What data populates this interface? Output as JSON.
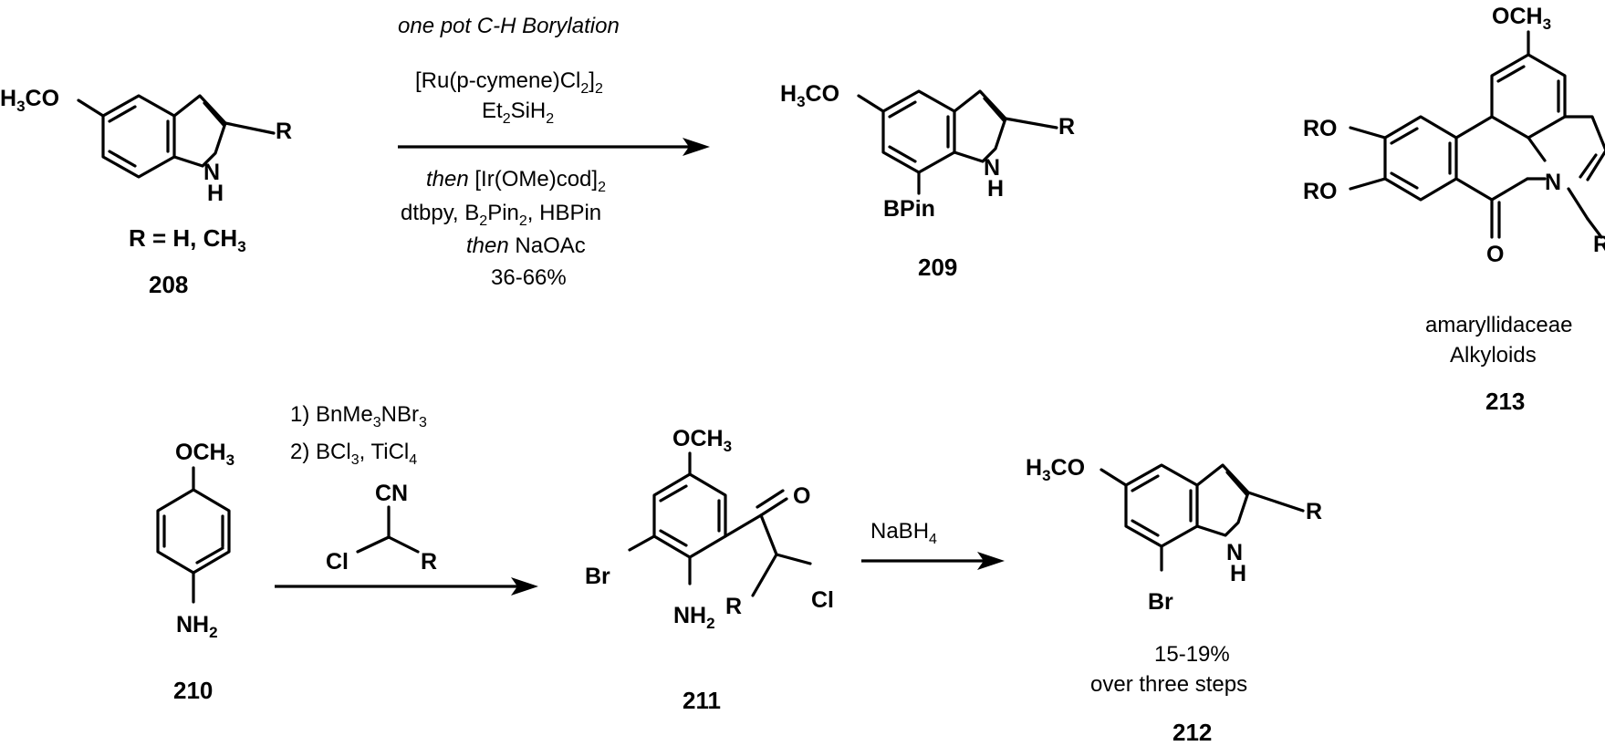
{
  "scheme": {
    "top_reaction": {
      "conditions": {
        "line1": "one pot C-H Borylation",
        "line2": [
          "[Ru(p-cymene)Cl",
          "2",
          "]",
          "2"
        ],
        "line3": [
          "Et",
          "2",
          "SiH",
          "2"
        ],
        "line4": [
          "then",
          " [Ir(OMe)cod]",
          "2"
        ],
        "line5": [
          "dtbpy, B",
          "2",
          "Pin",
          "2",
          ", HBPin"
        ],
        "line6": [
          "then",
          " NaOAc"
        ],
        "line7": "36-66%"
      }
    },
    "bottom_reaction_1": {
      "step1": [
        "1) BnMe",
        "3",
        "NBr",
        "3"
      ],
      "step2": [
        "2) BCl",
        "3",
        ", TiCl",
        "4"
      ],
      "reagent_cn": "CN",
      "reagent_cl": "Cl",
      "reagent_r": "R"
    },
    "bottom_reaction_2": {
      "reagent": [
        "NaBH",
        "4"
      ]
    },
    "compounds": {
      "c208": {
        "number": "208",
        "substituent": [
          "H",
          "3",
          "CO"
        ],
        "r_label": "R",
        "nh": [
          "N",
          "H"
        ],
        "caption": [
          "R = H, CH",
          "3"
        ]
      },
      "c209": {
        "number": "209",
        "substituent": [
          "H",
          "3",
          "CO"
        ],
        "r_label": "R",
        "nh": [
          "N",
          "H"
        ],
        "bpin": "BPin"
      },
      "c210": {
        "number": "210",
        "top": [
          "OCH",
          "3"
        ],
        "bottom": [
          "NH",
          "2"
        ]
      },
      "c211": {
        "number": "211",
        "top": [
          "OCH",
          "3"
        ],
        "br": "Br",
        "nh2": [
          "NH",
          "2"
        ],
        "o": "O",
        "r": "R",
        "cl": "Cl"
      },
      "c212": {
        "number": "212",
        "substituent": [
          "H",
          "3",
          "CO"
        ],
        "r_label": "R",
        "nh": [
          "N",
          "H"
        ],
        "br": "Br",
        "yield_line1": "15-19%",
        "yield_line2": "over three steps"
      },
      "c213": {
        "number": "213",
        "och3": [
          "OCH",
          "3"
        ],
        "ro1": "RO",
        "ro2": "RO",
        "n": "N",
        "o": "O",
        "r": "R",
        "caption_line1": "amaryllidaceae",
        "caption_line2": "Alkyloids"
      }
    }
  }
}
